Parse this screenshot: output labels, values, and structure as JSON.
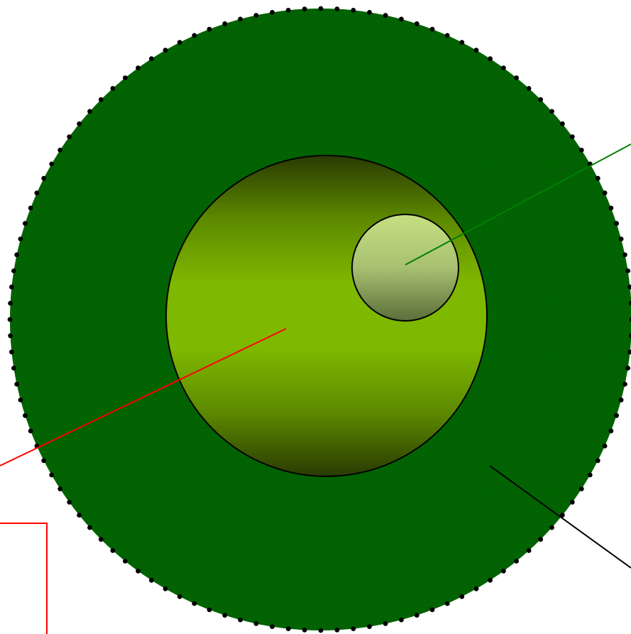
{
  "diagram": {
    "type": "concentric-circles",
    "background": "#ffffff",
    "outer_disc": {
      "fill": "#006400",
      "texture_dot": "#0a5a0a",
      "rim_dot_color": "#000000"
    },
    "middle_sphere": {
      "gradient": [
        "#2a3a02",
        "#5d8a00",
        "#7fb800",
        "#7fb800",
        "#5d8a00",
        "#2a3a02"
      ],
      "stroke": "#000000"
    },
    "inner_sphere": {
      "gradient": [
        "#c5e083",
        "#a8c070",
        "#5a6e3a"
      ],
      "stroke": "#000000"
    },
    "leader_lines": [
      {
        "name": "green-leader-line",
        "color": "#008000"
      },
      {
        "name": "red-leader-line",
        "color": "#ff0000"
      },
      {
        "name": "black-leader-line",
        "color": "#000000"
      }
    ],
    "label_box": {
      "border_color": "#ff0000"
    }
  }
}
